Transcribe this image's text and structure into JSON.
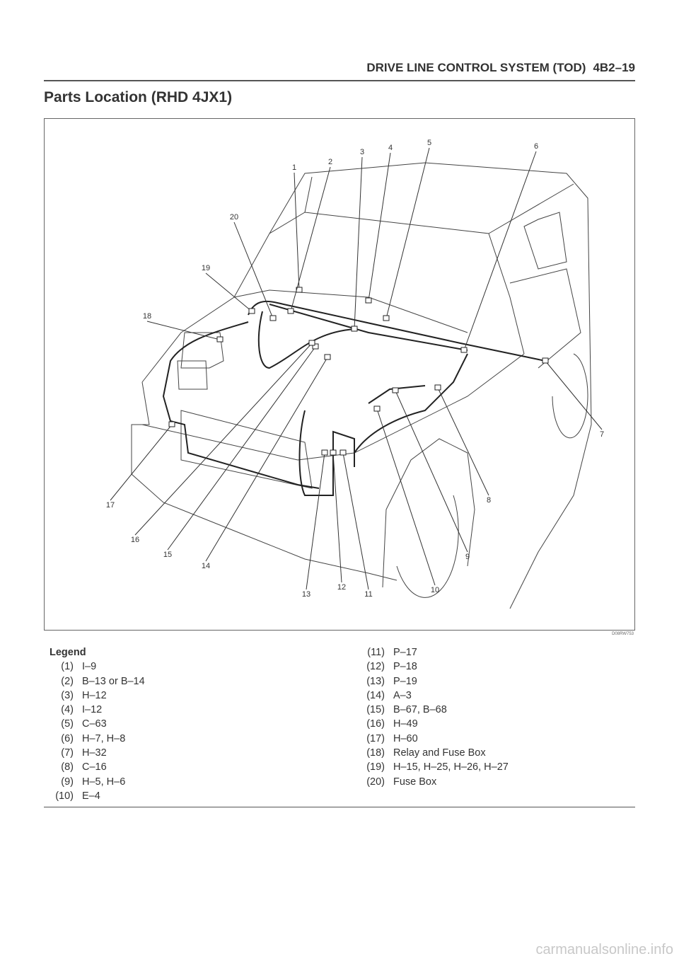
{
  "header": {
    "section": "DRIVE LINE CONTROL SYSTEM (TOD)",
    "page": "4B2–19"
  },
  "title": "Parts Location (RHD 4JX1)",
  "figure": {
    "code": "D08RW753",
    "callouts": [
      "1",
      "2",
      "3",
      "4",
      "5",
      "6",
      "7",
      "8",
      "9",
      "10",
      "11",
      "12",
      "13",
      "14",
      "15",
      "16",
      "17",
      "18",
      "19",
      "20"
    ]
  },
  "legend": {
    "title": "Legend",
    "items": [
      {
        "num": "(1)",
        "text": "I–9"
      },
      {
        "num": "(2)",
        "text": "B–13 or B–14"
      },
      {
        "num": "(3)",
        "text": "H–12"
      },
      {
        "num": "(4)",
        "text": "I–12"
      },
      {
        "num": "(5)",
        "text": "C–63"
      },
      {
        "num": "(6)",
        "text": "H–7, H–8"
      },
      {
        "num": "(7)",
        "text": "H–32"
      },
      {
        "num": "(8)",
        "text": "C–16"
      },
      {
        "num": "(9)",
        "text": "H–5, H–6"
      },
      {
        "num": "(10)",
        "text": "E–4"
      },
      {
        "num": "(11)",
        "text": "P–17"
      },
      {
        "num": "(12)",
        "text": "P–18"
      },
      {
        "num": "(13)",
        "text": "P–19"
      },
      {
        "num": "(14)",
        "text": "A–3"
      },
      {
        "num": "(15)",
        "text": "B–67, B–68"
      },
      {
        "num": "(16)",
        "text": "H–49"
      },
      {
        "num": "(17)",
        "text": "H–60"
      },
      {
        "num": "(18)",
        "text": "Relay and Fuse Box"
      },
      {
        "num": "(19)",
        "text": "H–15, H–25, H–26, H–27"
      },
      {
        "num": "(20)",
        "text": "Fuse Box"
      }
    ]
  },
  "watermark": "carmanualsonline.info"
}
